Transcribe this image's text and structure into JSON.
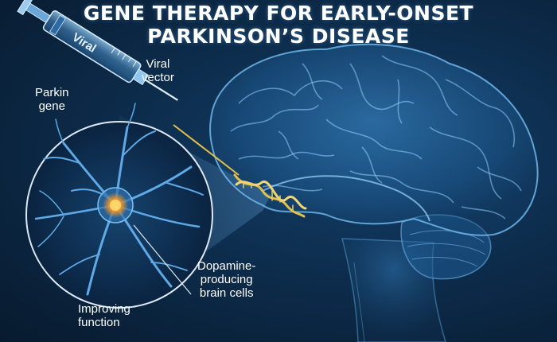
{
  "title": {
    "line1": "GENE THERAPY FOR EARLY-ONSET",
    "line2": "PARKINSON’S DISEASE"
  },
  "syringe_text": "Viral",
  "labels": {
    "viral_vector": [
      "Viral",
      "vector"
    ],
    "parkin_gene": [
      "Parkin",
      "gene"
    ],
    "dopamine_cells": [
      "Dopamine-",
      "producing",
      "brain cells"
    ],
    "improving_function": [
      "Improving",
      "function"
    ]
  },
  "colors": {
    "background": "#0d2d4d",
    "brain": "#3f8fd0",
    "dna": "#e2c04a",
    "neuron_core": "#ff9a1e"
  }
}
